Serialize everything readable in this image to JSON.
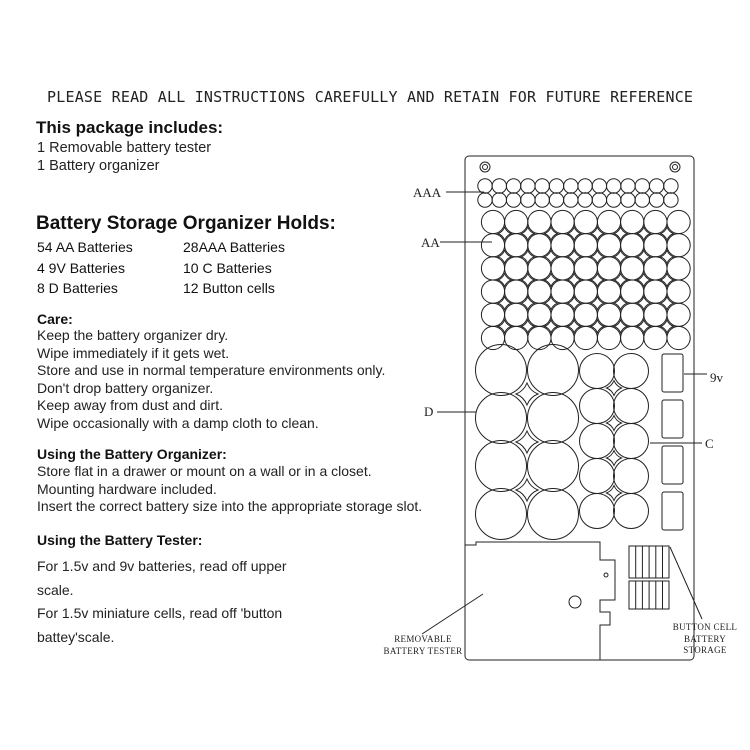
{
  "header": "PLEASE READ ALL INSTRUCTIONS CAREFULLY AND RETAIN FOR FUTURE REFERENCE",
  "package": {
    "title": "This package includes:",
    "items": [
      "1 Removable battery tester",
      "1 Battery organizer"
    ]
  },
  "holds": {
    "title": "Battery Storage Organizer Holds:",
    "items": [
      "54 AA Batteries",
      "28AAA Batteries",
      "4 9V Batteries",
      "10 C Batteries",
      "8 D Batteries",
      "12  Button cells"
    ]
  },
  "care": {
    "title": "Care:",
    "items": [
      "Keep the battery organizer dry.",
      "Wipe immediately if it gets wet.",
      "Store and use in normal temperature environments only.",
      "Don't drop battery organizer.",
      "Keep away from dust and dirt.",
      "Wipe occasionally with a damp cloth to clean."
    ]
  },
  "using_organizer": {
    "title": "Using the Battery Organizer:",
    "items": [
      "Store flat in a drawer or mount on a wall or in a closet.",
      "Mounting hardware included.",
      "Insert the correct battery size into the appropriate storage slot."
    ]
  },
  "using_tester": {
    "title": "Using the Battery Tester:",
    "lines": [
      "For 1.5v and 9v batteries, read off upper",
      "scale.",
      "For 1.5v miniature cells, read off 'button",
      "battey'scale."
    ]
  },
  "diagram": {
    "labels": {
      "aaa": "AAA",
      "aa": "AA",
      "d": "D",
      "nine_v": "9v",
      "c": "C",
      "tester": [
        "REMOVABLE",
        "BATTERY TESTER"
      ],
      "button": [
        "BUTTON CELL",
        "BATTERY",
        "STORAGE"
      ]
    },
    "slot_counts": {
      "aaa": 28,
      "aa": 54,
      "d": 8,
      "c": 10,
      "nine_v": 4,
      "button": 12
    },
    "line_color": "#222222"
  }
}
